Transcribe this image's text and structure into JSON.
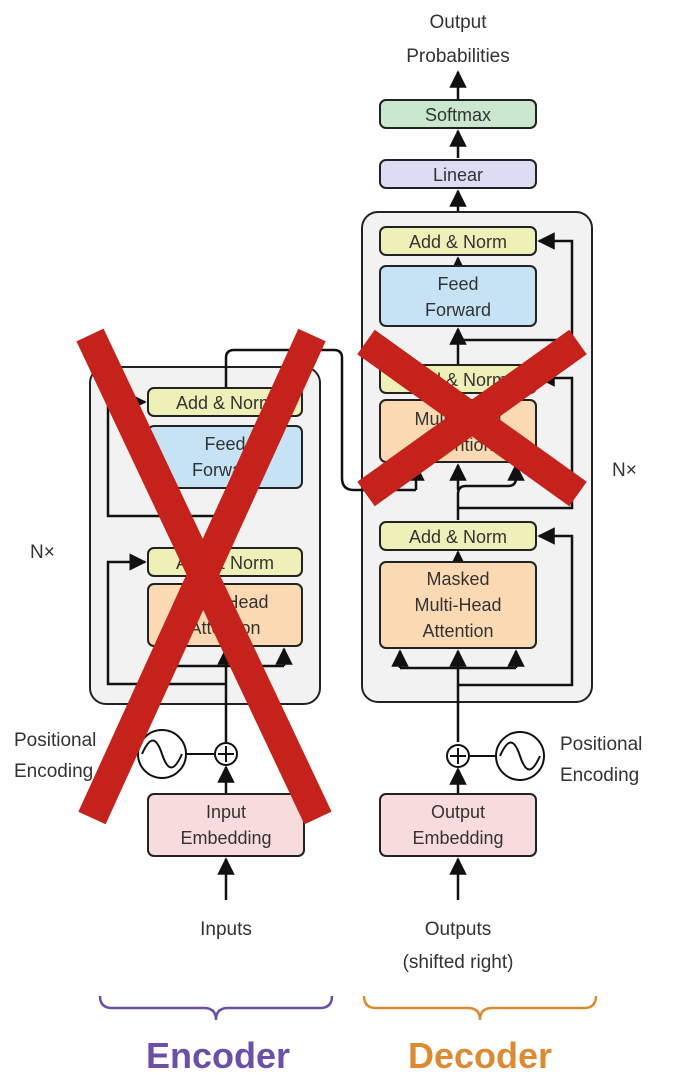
{
  "colors": {
    "add_norm": "#eef0b8",
    "feed_forward": "#c5e3f4",
    "attention": "#fbd9b3",
    "embedding": "#f8dbdc",
    "linear": "#dcdcf4",
    "softmax": "#c9e8cd",
    "stack_bg": "#f2f2f2",
    "cross": "#c4221b",
    "encoder": "#6b4fa8",
    "decoder": "#dd8a35"
  },
  "top": {
    "output_line1": "Output",
    "output_line2": "Probabilities",
    "softmax": "Softmax",
    "linear": "Linear"
  },
  "decoder": {
    "add_norm_top": "Add & Norm",
    "feed_forward_line1": "Feed",
    "feed_forward_line2": "Forward",
    "add_norm_mid": "Add & Norm",
    "multi_head_line1": "Multi-Head",
    "multi_head_line2": "Attention",
    "add_norm_bottom": "Add & Norm",
    "masked_line1": "Masked",
    "masked_line2": "Multi-Head",
    "masked_line3": "Attention",
    "nx": "N×",
    "positional_line1": "Positional",
    "positional_line2": "Encoding",
    "embedding_line1": "Output",
    "embedding_line2": "Embedding",
    "input_line1": "Outputs",
    "input_line2": "(shifted right)",
    "title": "Decoder"
  },
  "encoder": {
    "add_norm_top": "Add & Norm",
    "feed_forward_line1": "Feed",
    "feed_forward_line2": "Forward",
    "add_norm_bottom": "Add & Norm",
    "multi_head_line1": "Multi-Head",
    "multi_head_line2": "Attention",
    "nx": "N×",
    "positional_line1": "Positional",
    "positional_line2": "Encoding",
    "embedding_line1": "Input",
    "embedding_line2": "Embedding",
    "input_label": "Inputs",
    "title": "Encoder"
  },
  "icons": {
    "add_symbol": "plus-circle-icon",
    "positional_wave": "sine-wave-icon",
    "crossed_out": "red-x-icon"
  }
}
